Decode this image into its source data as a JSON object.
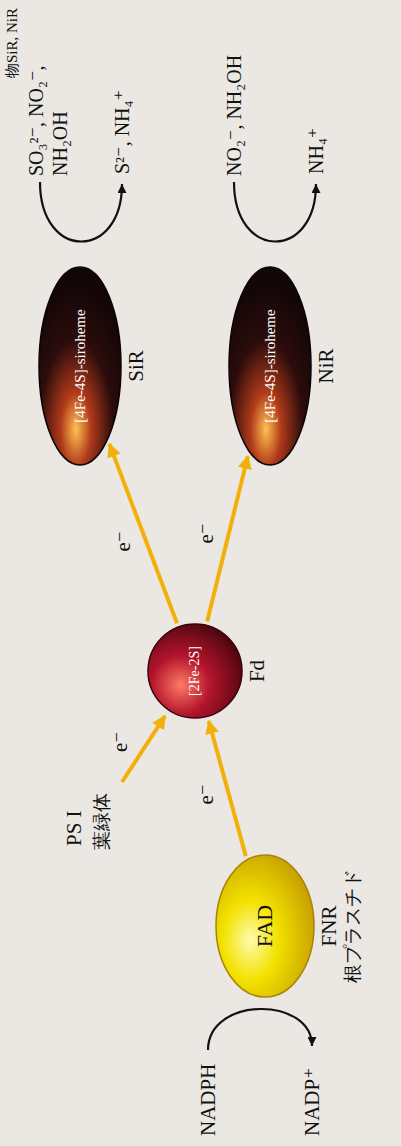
{
  "diagram": {
    "nodes": [
      {
        "text": [
          "FAD",
          "FNR",
          "根プラスチド"
        ]
      },
      {
        "text": [
          "[2Fe-2S]",
          "Fd"
        ]
      },
      {
        "text": [
          "[4Fe-4S]-siroheme",
          "SiR"
        ]
      },
      {
        "text": [
          "[4Fe-4S]-siroheme",
          "NiR"
        ]
      }
    ],
    "edges": [
      {
        "from": 0,
        "to": 1,
        "label": "e⁻",
        "arrow": "to"
      },
      {
        "from": 1,
        "to": 2,
        "label": "e⁻",
        "arrow": "to"
      },
      {
        "from": 1,
        "to": 3,
        "label": "e⁻",
        "arrow": "to"
      }
    ],
    "labels": [
      "物SiR, NiR",
      "PS I",
      "葉緑体",
      "e⁻",
      "NADPH",
      "NADP⁺",
      "SO₃²⁻, NO₂⁻, NH₂OH",
      "S²⁻, NH₄⁺",
      "NO₂⁻, NH₂OH",
      "NH₄⁺"
    ]
  }
}
